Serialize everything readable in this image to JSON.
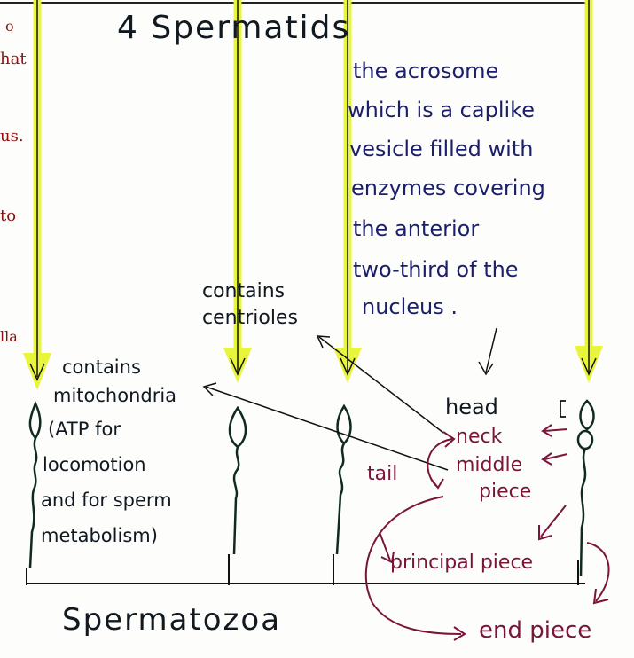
{
  "title": "4 Spermatids",
  "acrosome_note": [
    "the acrosome",
    "which is a caplike",
    "vesicle filled with",
    "enzymes covering",
    "the anterior",
    "two-third of the",
    "nucleus ."
  ],
  "centrioles_note": [
    "contains",
    "centrioles"
  ],
  "mitochondria_note": [
    "contains",
    "mitochondria",
    "(ATP for",
    "locomotion",
    "and for sperm",
    "metabolism)"
  ],
  "parts": {
    "head": "head",
    "neck": "neck",
    "middle_piece": [
      "middle",
      "piece"
    ],
    "principal_piece": "principal piece",
    "end_piece": "end piece",
    "tail": "tail",
    "bracket": "["
  },
  "caption": "Spermatozoa",
  "left_margin_fragments": [
    "o",
    "hat",
    "us.",
    "to",
    "lla"
  ],
  "colors": {
    "highlighter": "#e8f53a",
    "ink_blue": "#1b1f6b",
    "ink_black": "#101820",
    "ink_maroon": "#7a1438",
    "ink_red": "#8a1010"
  }
}
